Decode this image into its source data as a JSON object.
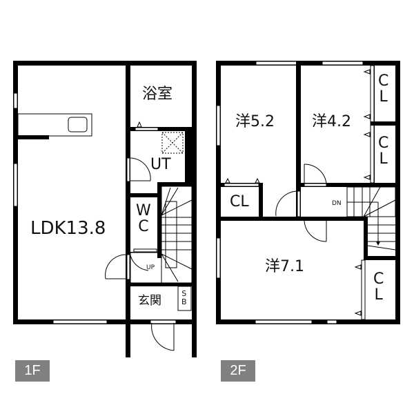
{
  "floors": [
    {
      "id": "1F",
      "badge": "1F",
      "rooms": {
        "ldk": "LDK13.8",
        "bath": "浴室",
        "utility": "UT",
        "wc_w": "W",
        "wc_c": "C",
        "entrance": "玄関",
        "shoe_box_s": "S",
        "shoe_box_b": "B",
        "stair_up": "UP"
      }
    },
    {
      "id": "2F",
      "badge": "2F",
      "rooms": {
        "western1": "洋5.2",
        "western2": "洋4.2",
        "western3": "洋7.1",
        "closet1": "CL",
        "closet2_c": "C",
        "closet2_l": "L",
        "closet3_c": "C",
        "closet3_l": "L",
        "closet4_c": "C",
        "closet4_l": "L",
        "stair_down": "DN"
      }
    }
  ],
  "colors": {
    "wall": "#000000",
    "badge_bg": "#808080",
    "badge_text": "#ffffff"
  }
}
